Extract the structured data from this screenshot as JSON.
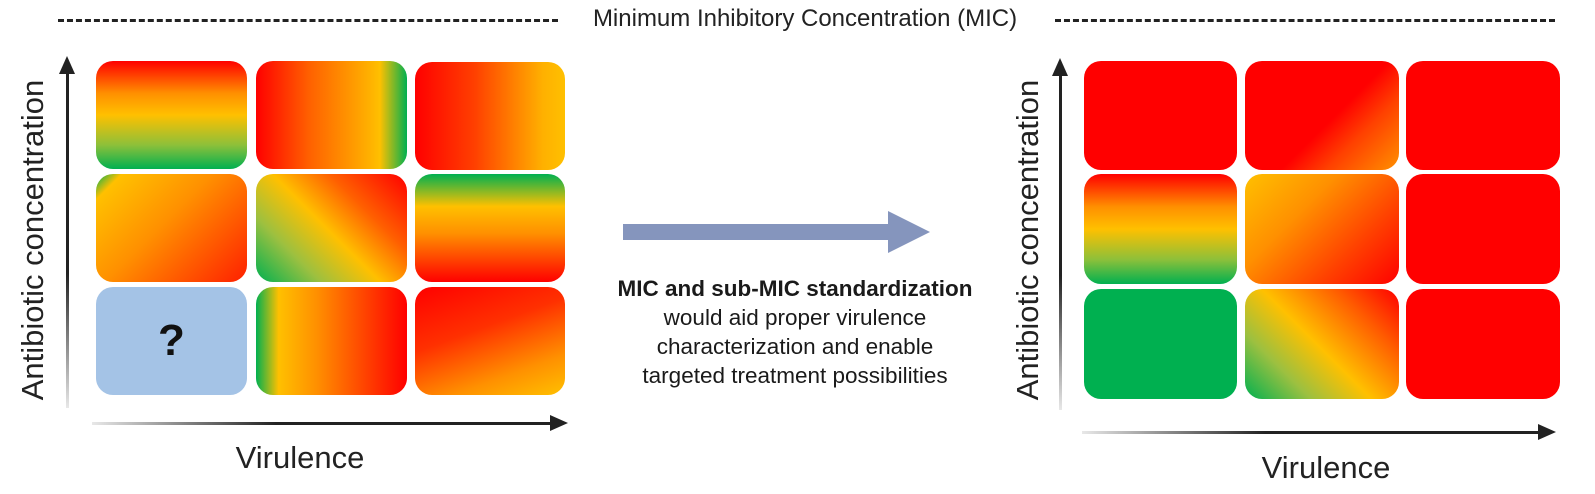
{
  "header": {
    "title": "Minimum Inhibitory Concentration (MIC)"
  },
  "left_panel": {
    "y_axis_label": "Antibiotic concentration",
    "x_axis_label": "Virulence",
    "unknown_cell_symbol": "?"
  },
  "right_panel": {
    "y_axis_label": "Antibiotic concentration",
    "x_axis_label": "Virulence"
  },
  "transition": {
    "caption_bold": "MIC and sub-MIC standardization",
    "caption_lines": [
      "would aid proper virulence",
      "characterization and enable",
      "targeted treatment possibilities"
    ]
  },
  "colors": {
    "red": "#ff0000",
    "orange": "#ff8c00",
    "yellow": "#ffc000",
    "green": "#00b050",
    "unknown_blue": "#a4c3e6",
    "arrow": "#8595bd"
  }
}
